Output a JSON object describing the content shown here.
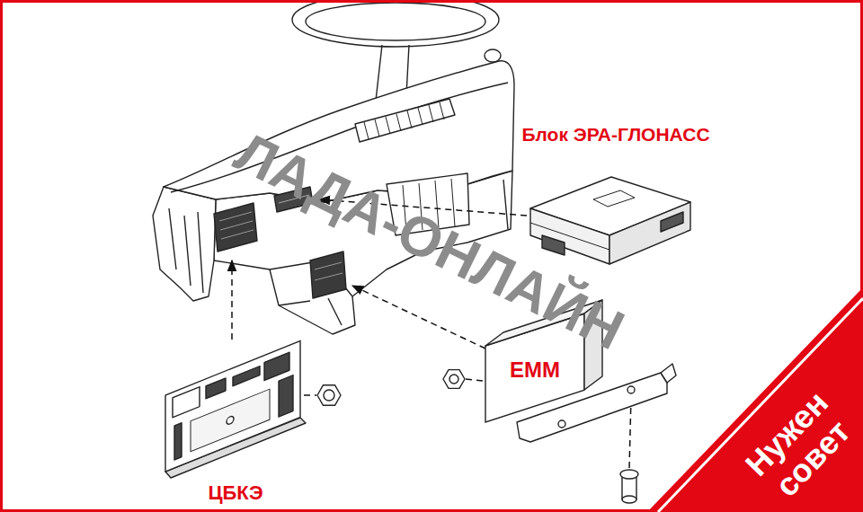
{
  "diagram": {
    "nodes": [
      {
        "text": [
          "Блок ЭРА-ГЛОНАСС"
        ]
      },
      {
        "text": [
          "EMM"
        ]
      },
      {
        "text": [
          "ЦБКЭ"
        ]
      },
      {
        "text": [
          "Нужен совет"
        ]
      }
    ],
    "labels": [
      "ЛАДА-ОНЛАЙН"
    ]
  }
}
